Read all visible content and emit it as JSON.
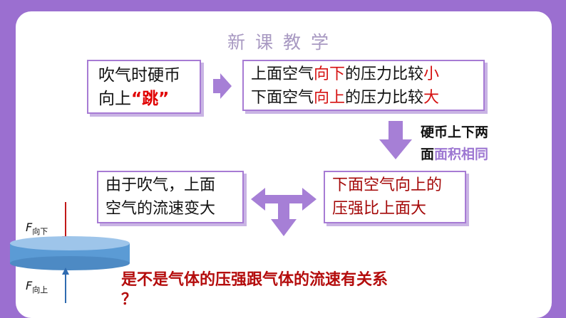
{
  "header": {
    "title": "新课教学"
  },
  "boxes": {
    "blow": {
      "line1": "吹气时硬币",
      "line2_prefix": "向上",
      "line2_emph": "“跳”"
    },
    "pressure": {
      "l1_a": "上面空气",
      "l1_b": "向下",
      "l1_c": "的压力比较",
      "l1_d": "小",
      "l2_a": "下面空气",
      "l2_b": "向上",
      "l2_c": "的压力比较",
      "l2_d": "大"
    },
    "speed": {
      "line1": "由于吹气，上面",
      "line2": "空气的流速变大"
    },
    "strong": {
      "line1": "下面空气向上的",
      "line2": "压强比上面大"
    }
  },
  "note": {
    "line1": "硬币上下两",
    "line2_a": "面",
    "line2_b": "面积相同"
  },
  "question": {
    "line1": "是不是气体的压强跟气体的流速有关系",
    "line2": "？"
  },
  "forces": {
    "down_symbol": "F",
    "down_sub": "向下",
    "up_symbol": "F",
    "up_sub": "向上"
  },
  "colors": {
    "frame": "#9b6fd0",
    "box_border": "#a77bd4",
    "arrow": "#a67fd6",
    "accent_red": "#d51010"
  }
}
